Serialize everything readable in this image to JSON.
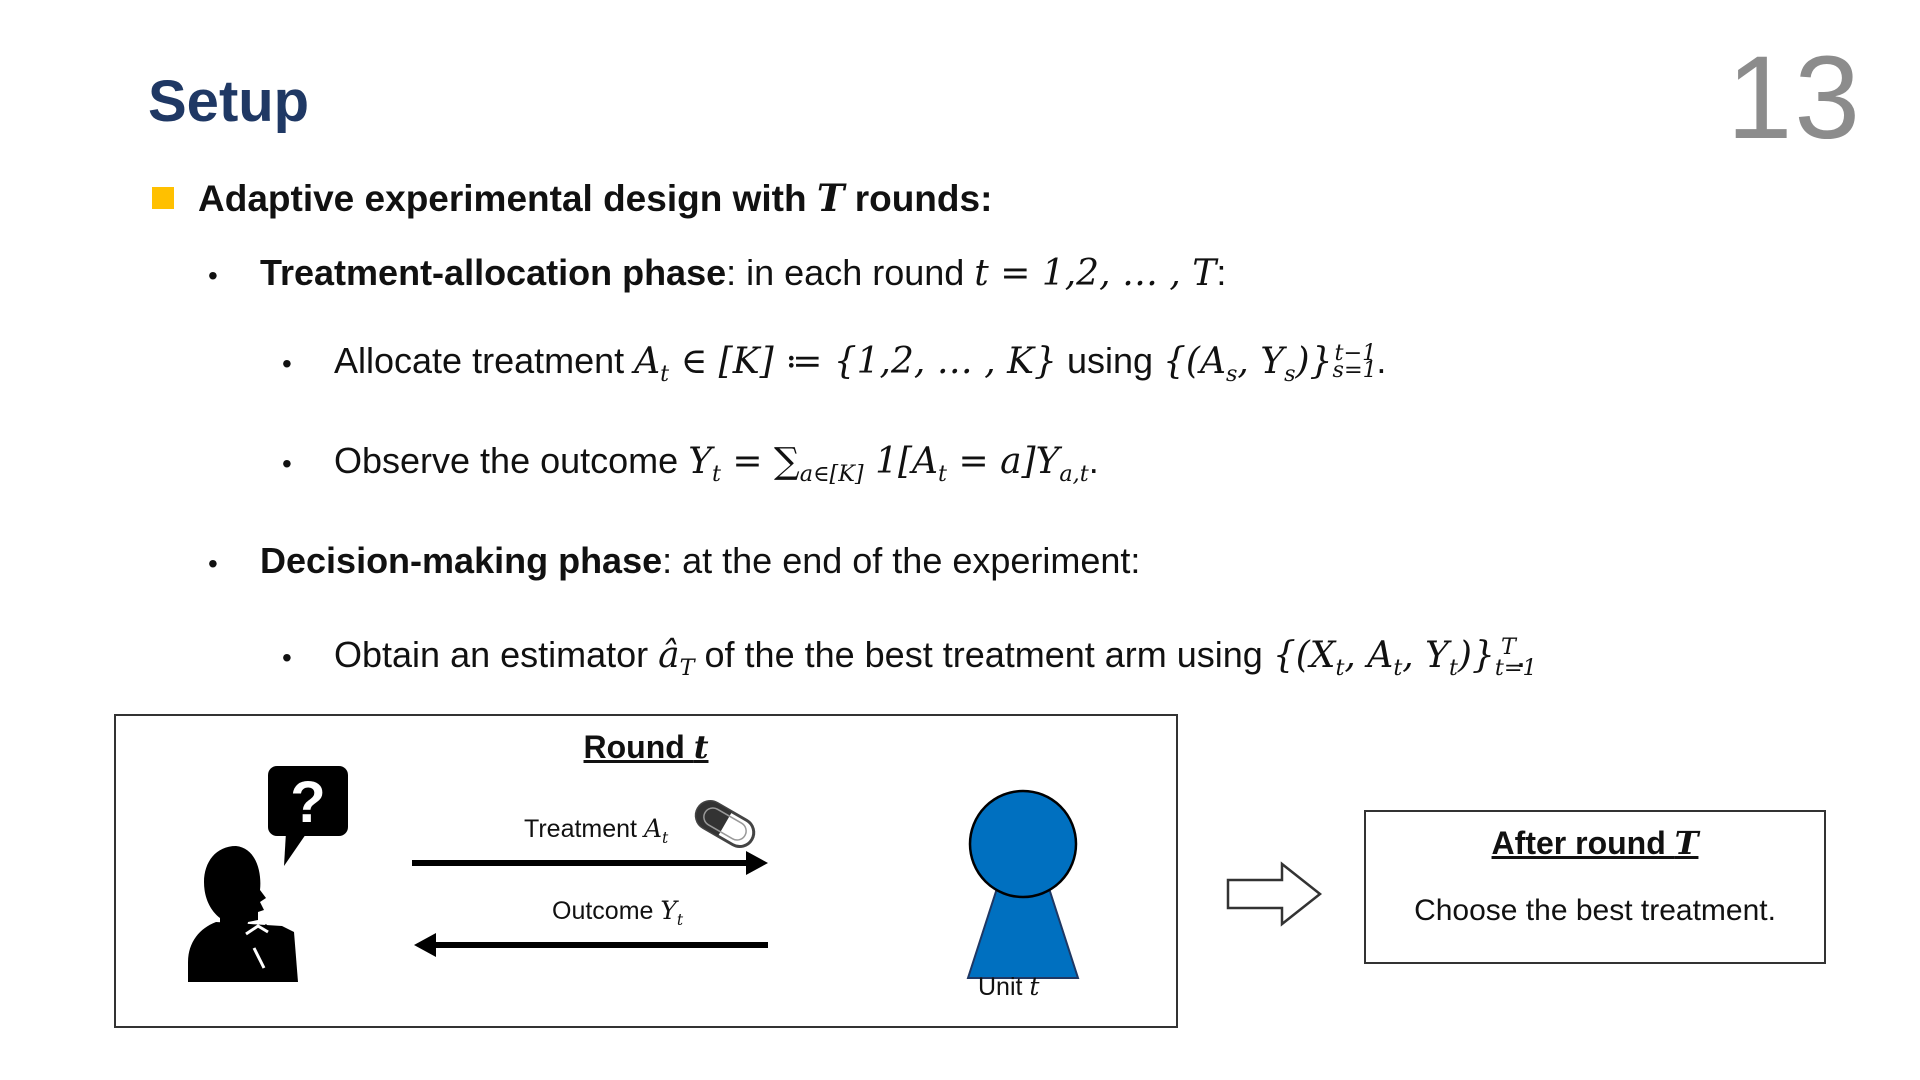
{
  "slide": {
    "title": "Setup",
    "page_number": "13"
  },
  "content": {
    "heading": {
      "pre": "Adaptive experimental design with ",
      "var": "T",
      "post": " rounds:"
    },
    "phase1": {
      "bold": "Treatment-allocation phase",
      "text": ": in each round ",
      "math": "t = 1,2, … , T",
      "end": ":"
    },
    "phase1_items": [
      {
        "text": "Allocate treatment ",
        "math": "A_t ∈ [K] ≔ {1,2, … , K}",
        "text2": " using ",
        "math2": "{(A_s, Y_s)}_{s=1}^{t−1}",
        "end": "."
      },
      {
        "text": "Observe the outcome ",
        "math": "Y_t = ∑_{a∈[K]} 1[A_t = a]Y_{a,t}",
        "end": "."
      }
    ],
    "phase2": {
      "bold": "Decision-making phase",
      "text": ": at the end of the experiment:"
    },
    "phase2_items": [
      {
        "text": "Obtain an estimator ",
        "math": "â_T",
        "text2": " of the the best treatment arm using ",
        "math2": "{(X_t, A_t, Y_t)}_{t=1}^{T}",
        "end": "."
      }
    ]
  },
  "diagram": {
    "round_title": {
      "text": "Round ",
      "var": "t"
    },
    "treatment_label": {
      "text": "Treatment ",
      "var": "A",
      "sub": "t"
    },
    "outcome_label": {
      "text": "Outcome ",
      "var": "Y",
      "sub": "t"
    },
    "unit_label": {
      "text": "Unit ",
      "var": "t"
    },
    "question_mark": "?",
    "after_title": {
      "text": "After round ",
      "var": "T"
    },
    "after_text": "Choose the best treatment.",
    "colors": {
      "unit_fill": "#0070c0",
      "bullet_square": "#ffc000",
      "title": "#1f3864"
    }
  }
}
